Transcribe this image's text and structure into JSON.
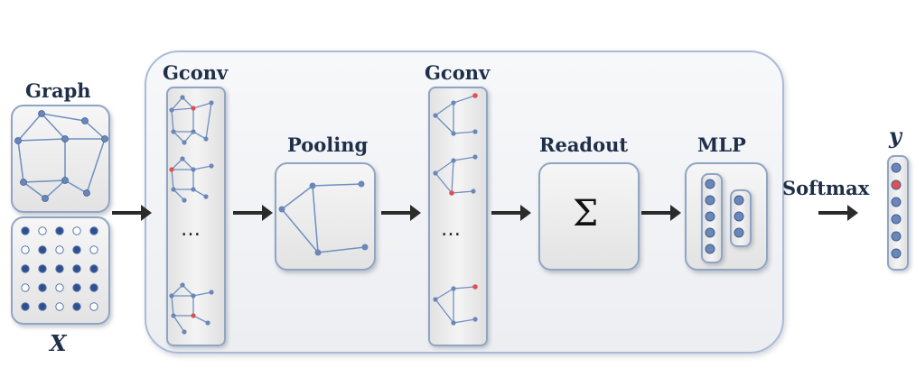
{
  "labels": {
    "graph": "Graph",
    "x": "X",
    "gconv1": "Gconv",
    "pooling": "Pooling",
    "gconv2": "Gconv",
    "readout": "Readout",
    "mlp": "MLP",
    "softmax": "Softmax",
    "y": "y",
    "sigma": "Σ",
    "ellipsis1": "…",
    "ellipsis2": "…"
  },
  "colors": {
    "node": "#6b86b8",
    "node_highlight": "#e05050",
    "edge": "#6f8fc0",
    "box_border": "#8fa5c3",
    "dark_dot": "#2f4f8f",
    "light_dot": "#ffffff"
  },
  "feature_matrix": [
    [
      "dark",
      "light",
      "dark",
      "light",
      "dark"
    ],
    [
      "light",
      "dark",
      "light",
      "dark",
      "light"
    ],
    [
      "dark",
      "dark",
      "dark",
      "dark",
      "dark"
    ],
    [
      "light",
      "dark",
      "light",
      "dark",
      "dark"
    ],
    [
      "dark",
      "dark",
      "light",
      "dark",
      "light"
    ]
  ],
  "output_vector": [
    "blue",
    "red",
    "blue",
    "blue",
    "blue",
    "blue"
  ],
  "mlp_layers": [
    5,
    3
  ]
}
